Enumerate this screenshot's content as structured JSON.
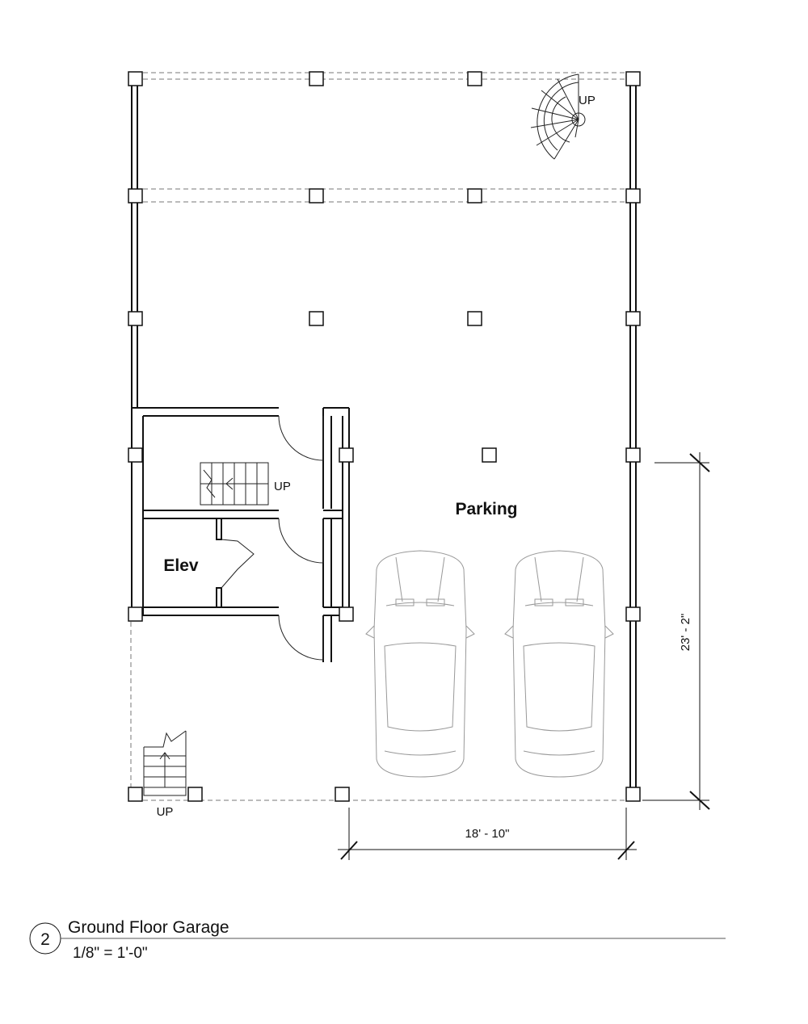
{
  "rooms": {
    "parking": "Parking",
    "elevator": "Elev"
  },
  "stairs": {
    "spiral_up": "UP",
    "interior_up": "UP",
    "exterior_up": "UP"
  },
  "dimensions": {
    "width": "18' - 10\"",
    "depth": "23' - 2\""
  },
  "title_block": {
    "number": "2",
    "title": "Ground Floor Garage",
    "scale": "1/8\" = 1'-0\""
  },
  "vehicles": [
    {
      "name": "car-left"
    },
    {
      "name": "car-right"
    }
  ]
}
